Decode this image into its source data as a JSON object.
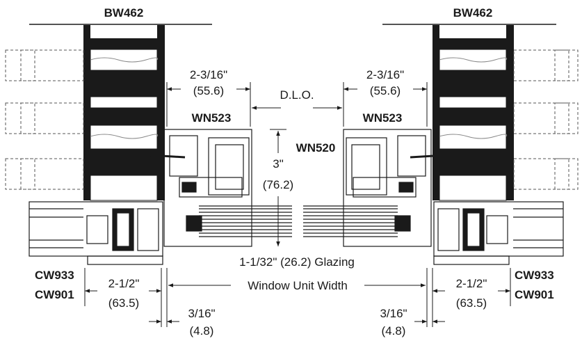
{
  "labels": {
    "bw462_left": "BW462",
    "bw462_right": "BW462",
    "wn523_left": "WN523",
    "wn523_right": "WN523",
    "wn520": "WN520",
    "cw933_left": "CW933",
    "cw901_left": "CW901",
    "cw933_right": "CW933",
    "cw901_right": "CW901"
  },
  "dimensions": {
    "top_left_in": "2-3/16\"",
    "top_left_mm": "(55.6)",
    "top_right_in": "2-3/16\"",
    "top_right_mm": "(55.6)",
    "dlo": "D.L.O.",
    "height_in": "3\"",
    "height_mm": "(76.2)",
    "glazing": "1-1/32\" (26.2) Glazing",
    "window_unit_width": "Window Unit Width",
    "bottom_left_in": "2-1/2\"",
    "bottom_left_mm": "(63.5)",
    "bottom_right_in": "2-1/2\"",
    "bottom_right_mm": "(63.5)",
    "gap_left_in": "3/16\"",
    "gap_left_mm": "(4.8)",
    "gap_right_in": "3/16\"",
    "gap_right_mm": "(4.8)"
  },
  "colors": {
    "ink": "#1a1a1a",
    "dashed": "#555555"
  }
}
